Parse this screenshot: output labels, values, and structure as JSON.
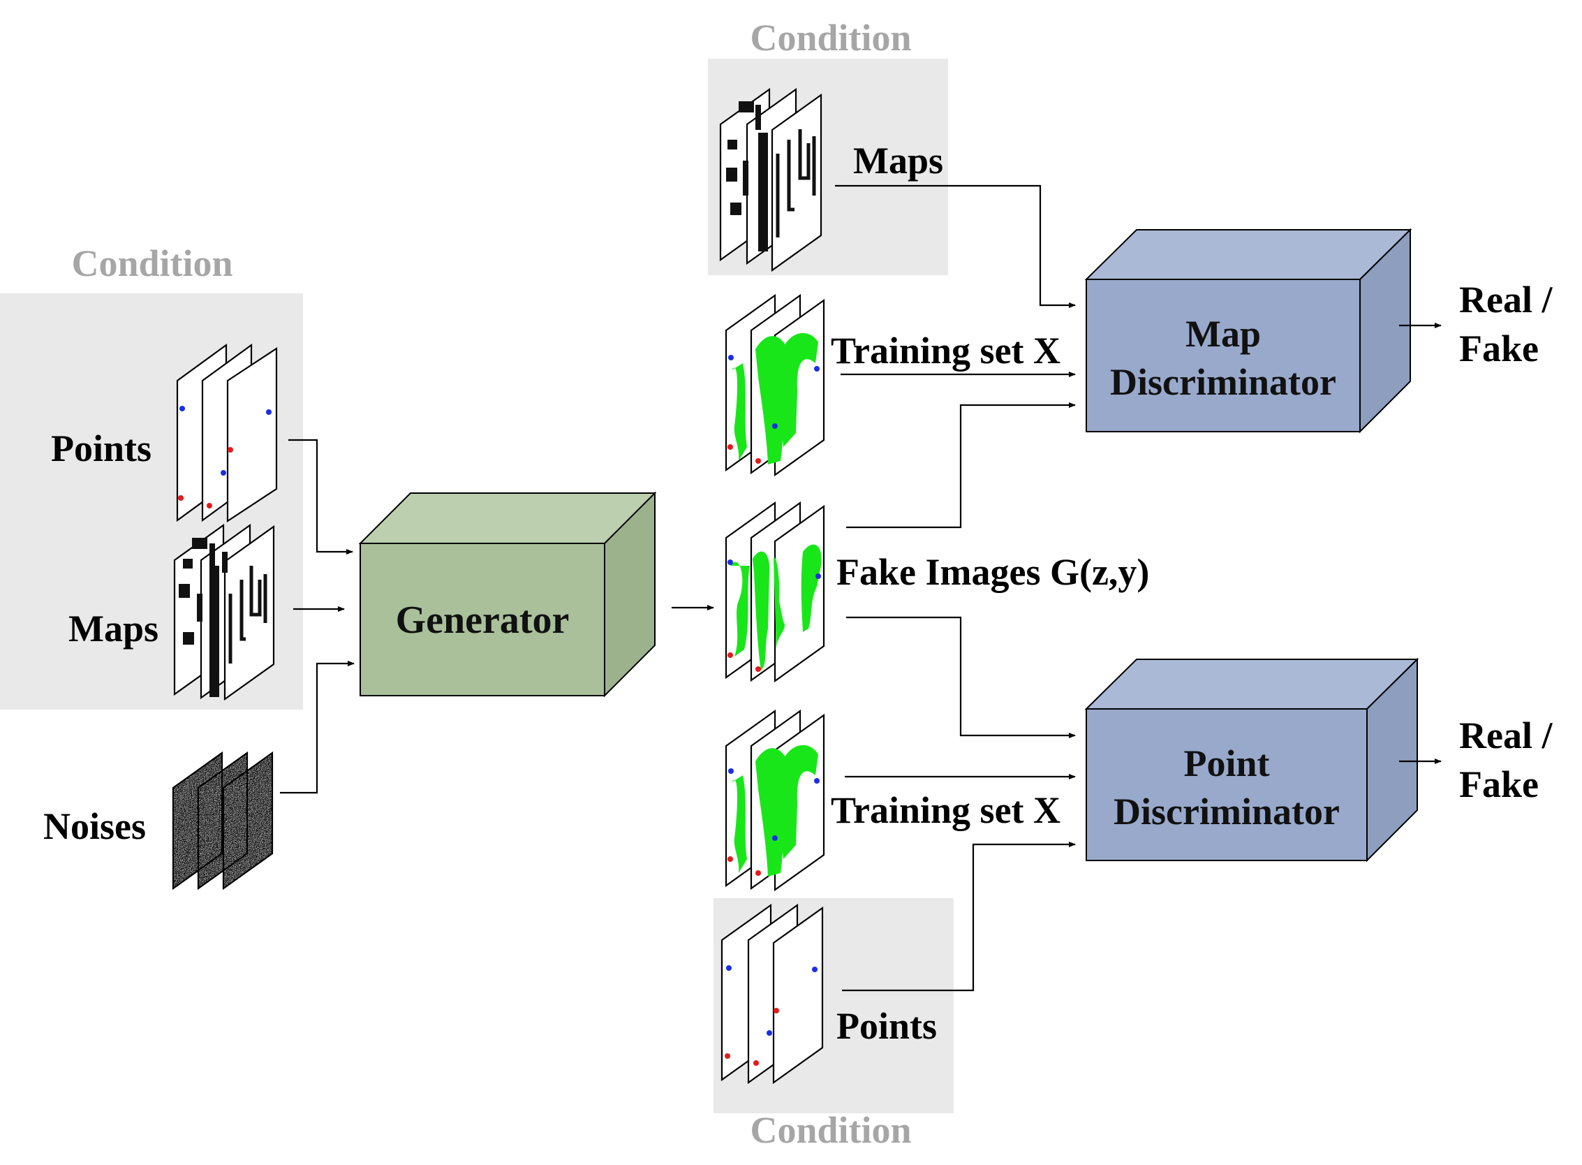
{
  "left": {
    "condition_title": "Condition",
    "points_label": "Points",
    "maps_label": "Maps",
    "noises_label": "Noises"
  },
  "generator": {
    "label": "Generator"
  },
  "middle": {
    "top_condition_title": "Condition",
    "maps_label": "Maps",
    "training_set_label_1": "Training set X",
    "fake_images_label": "Fake Images G(z,y)",
    "training_set_label_2": "Training set X",
    "points_label": "Points",
    "bottom_condition_title": "Condition"
  },
  "map_discriminator": {
    "line1": "Map",
    "line2": "Discriminator",
    "output_line1": "Real /",
    "output_line2": "Fake"
  },
  "point_discriminator": {
    "line1": "Point",
    "line2": "Discriminator",
    "output_line1": "Real /",
    "output_line2": "Fake"
  },
  "colors": {
    "condition_panel": "#e9e9e9",
    "condition_title": "#a6a6a6",
    "generator_front": "#a9c09a",
    "generator_top": "#bccfae",
    "generator_side": "#9cb28d",
    "discriminator_front": "#98a9cb",
    "discriminator_top": "#aab9d6",
    "discriminator_side": "#8d9ebf",
    "green_mask": "#19e619",
    "point_blue": "#1a2ee6",
    "point_red": "#e61a1a"
  }
}
